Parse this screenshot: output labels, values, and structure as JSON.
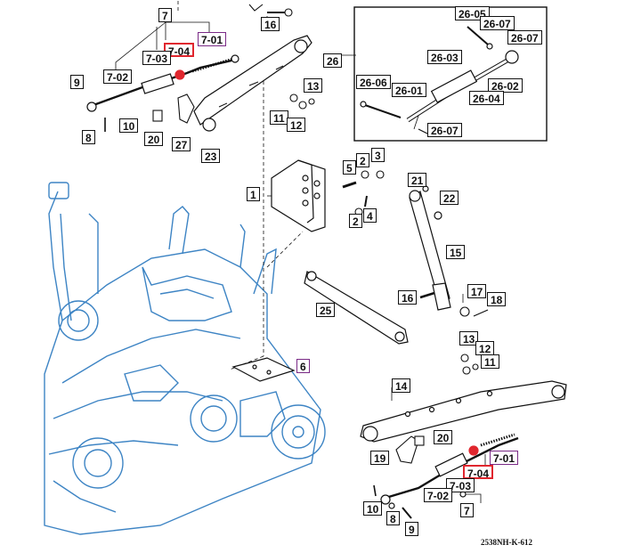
{
  "callouts": {
    "c7": "7",
    "c16a": "16",
    "c7_01a": "7-01",
    "c7_04a": "7-04",
    "c7_03a": "7-03",
    "c7_02a": "7-02",
    "c9a": "9",
    "c8a": "8",
    "c10a": "10",
    "c20a": "20",
    "c27": "27",
    "c23": "23",
    "c11a": "11",
    "c12a": "12",
    "c13a": "13",
    "c26": "26",
    "c26_05": "26-05",
    "c26_07a": "26-07",
    "c26_07b": "26-07",
    "c26_03": "26-03",
    "c26_06": "26-06",
    "c26_01": "26-01",
    "c26_02": "26-02",
    "c26_04": "26-04",
    "c26_07c": "26-07",
    "c5": "5",
    "c2a": "2",
    "c3": "3",
    "c1": "1",
    "c2b": "2",
    "c4": "4",
    "c21": "21",
    "c22": "22",
    "c15": "15",
    "c16b": "16",
    "c17": "17",
    "c18": "18",
    "c25": "25",
    "c13b": "13",
    "c12b": "12",
    "c11b": "11",
    "c6": "6",
    "c14": "14",
    "c20b": "20",
    "c19": "19",
    "c7_01b": "7-01",
    "c7_04b": "7-04",
    "c7_03b": "7-03",
    "c7_02b": "7-02",
    "c10b": "10",
    "c8b": "8",
    "c9b": "9",
    "c7b": "7"
  },
  "footer_code": "2538NH-K-612",
  "colors": {
    "line": "#111111",
    "tractor": "#3d84c4",
    "highlight_red": "#e0262e",
    "highlight_purple": "#7a2a86"
  }
}
